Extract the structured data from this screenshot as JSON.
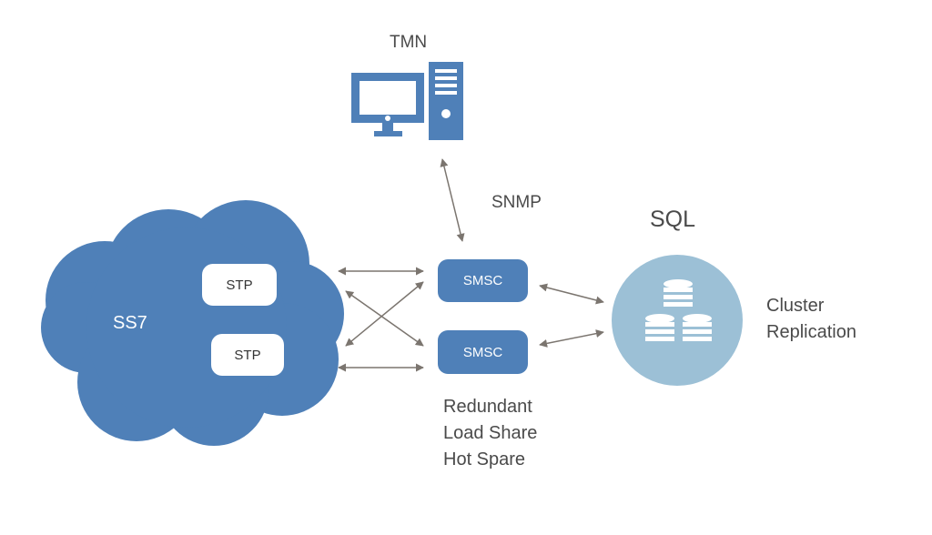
{
  "diagram": {
    "tmn_label": "TMN",
    "snmp_label": "SNMP",
    "sql_label": "SQL",
    "cluster_label": "Cluster",
    "replication_label": "Replication",
    "ss7_label": "SS7",
    "stp_labels": [
      "STP",
      "STP"
    ],
    "smsc_labels": [
      "SMSC",
      "SMSC"
    ],
    "smsc_modes": [
      "Redundant",
      "Load Share",
      "Hot Spare"
    ]
  },
  "colors": {
    "cloud": "#4f80b8",
    "computer": "#4f80b8",
    "smsc": "#4f80b8",
    "database_circle": "#9cc0d6",
    "arrow": "#7b756f",
    "text": "#4a4a4a"
  },
  "icons": {
    "tmn": "desktop-computer-icon",
    "sql": "database-stack-icon",
    "ss7": "cloud-shape"
  }
}
